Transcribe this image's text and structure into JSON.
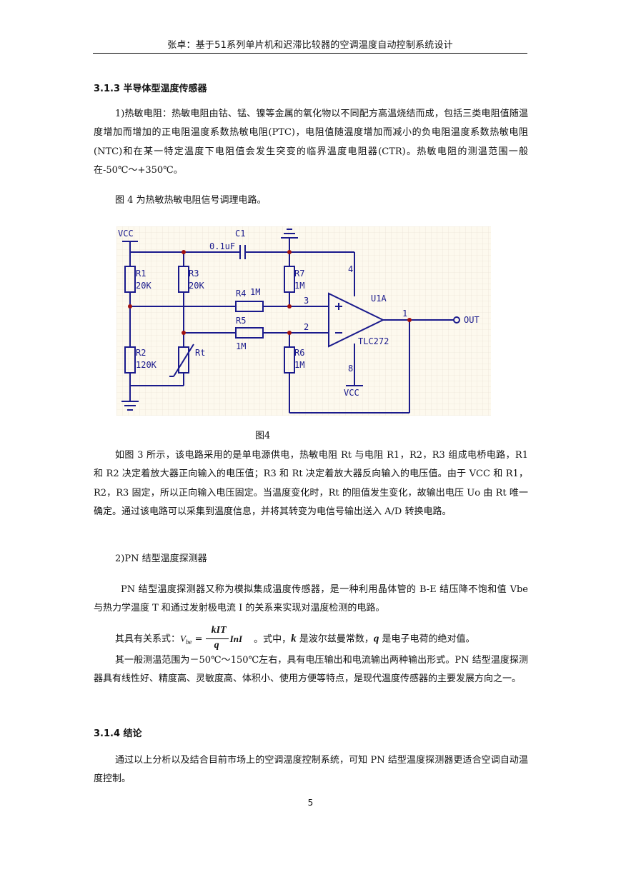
{
  "header": "张卓：基于51系列单片机和迟滞比较器的空调温度自动控制系统设计",
  "sec_313": "3.1.3 半导体型温度传感器",
  "p1": "1)热敏电阻：热敏电阻由钴、锰、镍等金属的氧化物以不同配方高温烧结而成，包括三类电阻值随温度增加而增加的正电阻温度系数热敏电阻(PTC)，电阻值随温度增加而减小的负电阻温度系数热敏电阻(NTC)和在某一特定温度下电阻值会发生突变的临界温度电阻器(CTR)。热敏电阻的测温范围一般在-50℃～+350℃。",
  "p2": "图 4 为热敏热敏电阻信号调理电路。",
  "circuit": {
    "vcc_top": "VCC",
    "c1": "C1",
    "c1_val": "0.1uF",
    "r1": "R1",
    "r1_val": "20K",
    "r2": "R2",
    "r2_val": "120K",
    "r3": "R3",
    "r3_val": "20K",
    "rt": "Rt",
    "r4": "R4",
    "r4_val": "1M",
    "r5": "R5",
    "r5_val": "1M",
    "r6": "R6",
    "r6_val": "1M",
    "r7": "R7",
    "r7_val": "1M",
    "u1a": "U1A",
    "tlc": "TLC272",
    "out": "OUT",
    "vcc_bot": "VCC",
    "pin1": "1",
    "pin2": "2",
    "pin3": "3",
    "pin4": "4",
    "pin8": "8",
    "plus": "+",
    "minus": "−"
  },
  "fig_caption": "图4",
  "p3": "如图 3 所示，该电路采用的是单电源供电，热敏电阻 Rt 与电阻 R1，R2，R3 组成电桥电路，R1 和 R2 决定着放大器正向输入的电压值；R3 和 Rt 决定着放大器反向输入的电压值。由于 VCC 和 R1，R2，R3 固定，所以正向输入电压固定。当温度变化时，Rt 的阻值发生变化，故输出电压 Uo 由 Rt 唯一确定。通过该电路可以采集到温度信息，并将其转变为电信号输出送入 A/D 转换电路。",
  "p4": "2)PN 结型温度探测器",
  "p5": "PN 结型温度探测器又称为模拟集成温度传感器，是一种利用晶体管的 B-E 结压降不饱和值 Vbe 与热力学温度 T 和通过发射极电流 I 的关系来实现对温度检测的电路。",
  "formula": {
    "prefix": "其具有关系式：",
    "lhs": "V",
    "lhs_sub": "be",
    "eq": "=",
    "num": "kIT",
    "den": "q",
    "tail": "InI",
    "after1": "。式中，",
    "k": "k",
    "after2": "是波尔兹曼常数，",
    "q": "q",
    "after3": "是电子电荷的绝对值。"
  },
  "p6": "其一般测温范围为－50℃～150℃左右，具有电压输出和电流输出两种输出形式。PN 结型温度探测器具有线性好、精度高、灵敏度高、体积小、使用方便等特点，是现代温度传感器的主要发展方向之一。",
  "sec_314": "3.1.4 结论",
  "p7": "通过以上分析以及结合目前市场上的空调温度控制系统，可知 PN 结型温度探测器更适合空调自动温度控制。",
  "page_number": "5"
}
